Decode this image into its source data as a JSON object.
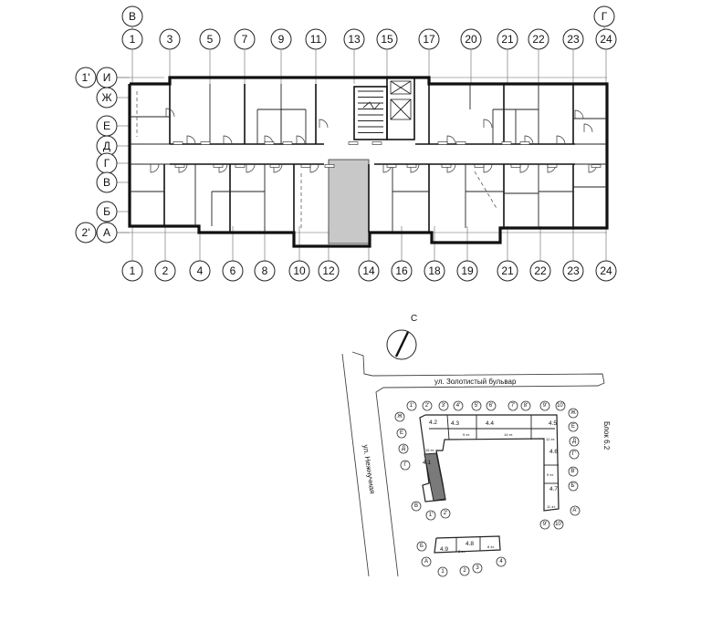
{
  "floor_plan": {
    "top_axes": [
      "1",
      "3",
      "5",
      "7",
      "9",
      "11",
      "13",
      "15",
      "17",
      "20",
      "21",
      "22",
      "23",
      "24"
    ],
    "bottom_axes": [
      "1",
      "2",
      "4",
      "6",
      "8",
      "10",
      "12",
      "14",
      "16",
      "18",
      "19",
      "21",
      "22",
      "23",
      "24"
    ],
    "left_axes": [
      "И",
      "Ж",
      "Е",
      "Д",
      "Г",
      "В",
      "Б",
      "А"
    ],
    "corner_marks": {
      "top_left": "В",
      "top_right": "Г",
      "left_upper": "1'",
      "left_lower": "2'"
    },
    "highlighted_color": "#c8c8c8"
  },
  "site_plan": {
    "north_label": "С",
    "street_top": "ул. Золотистый бульвар",
    "street_left": "ул. Нежнучная",
    "block_label": "Блок 6.2",
    "sections": [
      "4.1",
      "4.2",
      "4.3",
      "4.4",
      "4.5",
      "4.6",
      "4.7",
      "4.8",
      "4.9"
    ],
    "floor_labels": [
      "15 эт.",
      "9 эт.",
      "14 эт.",
      "12 эт.",
      "9 эт.",
      "11 эт.",
      "8 эт.",
      "8 эт."
    ],
    "top_markers": [
      "1'",
      "2'",
      "3'",
      "4'",
      "5'",
      "6'",
      "7'",
      "8'",
      "9'",
      "10'"
    ],
    "left_markers": [
      "Ж",
      "Е",
      "Д",
      "Г"
    ],
    "right_markers": [
      "Ж",
      "Е",
      "Д",
      "Г'",
      "В'",
      "Б'",
      "А'"
    ],
    "bottom_markers": [
      "В",
      "1'",
      "2'",
      "9'",
      "10'"
    ],
    "lower_markers": [
      "Б",
      "А",
      "1",
      "2",
      "3",
      "4"
    ],
    "highlighted_color": "#7a7a7a"
  }
}
